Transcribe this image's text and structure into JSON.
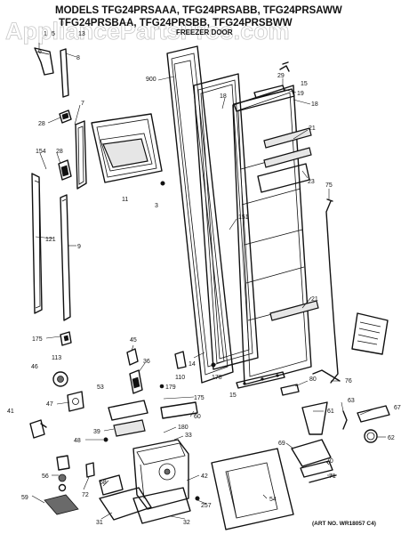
{
  "header": {
    "line1": "MODELS TFG24PRSAAA, TFG24PRSABB, TFG24PRSAWW",
    "line2": "TFG24PRSBAA, TFG24PRSBB, TFG24PRSBWW",
    "section": "FREEZER DOOR"
  },
  "watermark": "AppliancePartsPros.com",
  "art_number": "(ART NO. WR18057 C4)",
  "callouts": [
    {
      "id": "c-1",
      "text": "1"
    },
    {
      "id": "c-5",
      "text": "5"
    },
    {
      "id": "c-13",
      "text": "13"
    },
    {
      "id": "c-6",
      "text": "6"
    },
    {
      "id": "c-8",
      "text": "8"
    },
    {
      "id": "c-900",
      "text": "900"
    },
    {
      "id": "c-29",
      "text": "29"
    },
    {
      "id": "c-15a",
      "text": "15"
    },
    {
      "id": "c-19",
      "text": "19"
    },
    {
      "id": "c-18a",
      "text": "18"
    },
    {
      "id": "c-18b",
      "text": "18"
    },
    {
      "id": "c-7",
      "text": "7"
    },
    {
      "id": "c-28a",
      "text": "28"
    },
    {
      "id": "c-21a",
      "text": "21"
    },
    {
      "id": "c-154",
      "text": "154"
    },
    {
      "id": "c-28b",
      "text": "28"
    },
    {
      "id": "c-23",
      "text": "23"
    },
    {
      "id": "c-75",
      "text": "75"
    },
    {
      "id": "c-11",
      "text": "11"
    },
    {
      "id": "c-3",
      "text": "3"
    },
    {
      "id": "c-151",
      "text": "151"
    },
    {
      "id": "c-121",
      "text": "121"
    },
    {
      "id": "c-9",
      "text": "9"
    },
    {
      "id": "c-21b",
      "text": "21"
    },
    {
      "id": "c-175a",
      "text": "175"
    },
    {
      "id": "c-113",
      "text": "113"
    },
    {
      "id": "c-45",
      "text": "45"
    },
    {
      "id": "c-14",
      "text": "14"
    },
    {
      "id": "c-36",
      "text": "36"
    },
    {
      "id": "c-46",
      "text": "46"
    },
    {
      "id": "c-110",
      "text": "110"
    },
    {
      "id": "c-178",
      "text": "178"
    },
    {
      "id": "c-80",
      "text": "80"
    },
    {
      "id": "c-76",
      "text": "76"
    },
    {
      "id": "c-15b",
      "text": "15"
    },
    {
      "id": "c-53",
      "text": "53"
    },
    {
      "id": "c-179",
      "text": "179"
    },
    {
      "id": "c-175b",
      "text": "175"
    },
    {
      "id": "c-63",
      "text": "63"
    },
    {
      "id": "c-47",
      "text": "47"
    },
    {
      "id": "c-41",
      "text": "41"
    },
    {
      "id": "c-60",
      "text": "60"
    },
    {
      "id": "c-61",
      "text": "61"
    },
    {
      "id": "c-67",
      "text": "67"
    },
    {
      "id": "c-39",
      "text": "39"
    },
    {
      "id": "c-180",
      "text": "180"
    },
    {
      "id": "c-33",
      "text": "33"
    },
    {
      "id": "c-48",
      "text": "48"
    },
    {
      "id": "c-69",
      "text": "69"
    },
    {
      "id": "c-62",
      "text": "62"
    },
    {
      "id": "c-70",
      "text": "70"
    },
    {
      "id": "c-56",
      "text": "56"
    },
    {
      "id": "c-72",
      "text": "72"
    },
    {
      "id": "c-58",
      "text": "58"
    },
    {
      "id": "c-42",
      "text": "42"
    },
    {
      "id": "c-71",
      "text": "71"
    },
    {
      "id": "c-59",
      "text": "59"
    },
    {
      "id": "c-257",
      "text": "257"
    },
    {
      "id": "c-54",
      "text": "54"
    },
    {
      "id": "c-31",
      "text": "31"
    },
    {
      "id": "c-32",
      "text": "32"
    }
  ]
}
